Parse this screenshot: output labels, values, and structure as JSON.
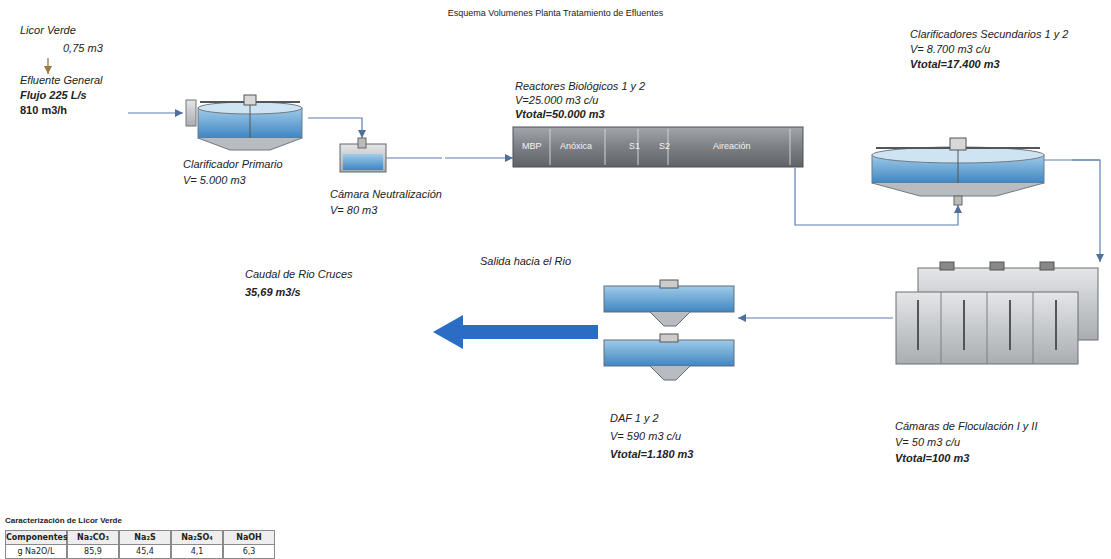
{
  "diagram": {
    "title": "Esquema Volumenes Planta Tratamiento de Efluentes",
    "nodes": [
      {
        "text": [
          "Licor Verde",
          "0,75 m3"
        ]
      },
      {
        "text": [
          "Efluente General",
          "Flujo 225 L/s",
          "810 m3/h"
        ]
      },
      {
        "text": [
          "Clarificador Primario",
          "V= 5.000 m3"
        ]
      },
      {
        "text": [
          "Cámara Neutralización",
          "V= 80 m3"
        ]
      },
      {
        "text": [
          "Reactores Biológicos 1 y 2",
          "V=25.000 m3 c/u",
          "Vtotal=50.000 m3",
          "MBP",
          "Anóxica",
          "S1",
          "S2",
          "Aireación"
        ]
      },
      {
        "text": [
          "Clarificadores Secundarios 1 y 2",
          "V= 8.700 m3 c/u",
          "Vtotal=17.400 m3"
        ]
      },
      {
        "text": [
          "Cámaras de Floculación I y II",
          "V= 50 m3 c/u",
          "Vtotal=100 m3"
        ]
      },
      {
        "text": [
          "DAF 1 y 2",
          "V= 590 m3 c/u",
          "Vtotal=1.180 m3"
        ]
      },
      {
        "text": [
          "Caudal de Rio Cruces",
          "35,69 m3/s"
        ]
      }
    ],
    "edges": [
      {
        "from": 0,
        "to": 1,
        "arrow": "to"
      },
      {
        "from": 1,
        "to": 2,
        "arrow": "to"
      },
      {
        "from": 2,
        "to": 3,
        "arrow": "to"
      },
      {
        "from": 3,
        "to": 4,
        "arrow": "to"
      },
      {
        "from": 4,
        "to": 5,
        "arrow": "to"
      },
      {
        "from": 5,
        "to": 6,
        "arrow": "to"
      },
      {
        "from": 6,
        "to": 7,
        "arrow": "to"
      },
      {
        "from": 7,
        "to": 8,
        "label": "Salida hacia el Rio",
        "arrow": "to"
      }
    ],
    "labels": [
      "Caracterización de Licor Verde",
      "Componentes",
      "Na₂CO₃",
      "Na₂S",
      "Na₂SO₄",
      "NaOH",
      "g Na2O/L",
      "85,9",
      "45,4",
      "4,1",
      "6,3"
    ]
  }
}
